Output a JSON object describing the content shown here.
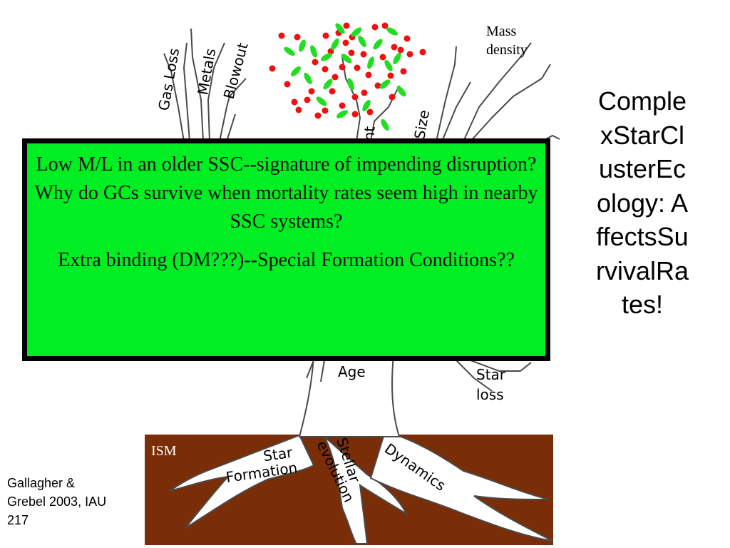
{
  "slide": {
    "side_title": "ComplexStarClusterEcology: AffectsSurvivalRates!",
    "citation": "Gallagher & Grebel 2003, IAU 217"
  },
  "diagram": {
    "branch_labels": {
      "gas_loss": "Gas Loss",
      "metals": "Metals",
      "blowout": "Blowout",
      "mass_density": "Mass density",
      "partial_left": "nt",
      "partial_right": "Size",
      "age": "Age",
      "star_loss": "Star loss"
    },
    "soil_label": "ISM",
    "root_labels": {
      "star_formation": "Star Formation",
      "stellar_evolution": "Stellar evolution",
      "dynamics": "Dynamics"
    }
  },
  "callout": {
    "paragraph1": "Low M/L in an older SSC--signature of impending disruption?  Why do GCs survive when mortality rates seem high in nearby SSC systems?",
    "paragraph2": "Extra binding (DM???)--Special Formation Conditions??"
  },
  "colors": {
    "soil": "#7a2e08",
    "callout_fill": "#00ee22",
    "berry_red": "#ee1111",
    "leaf_green": "#22dd22",
    "outline": "#4a4a4a"
  }
}
